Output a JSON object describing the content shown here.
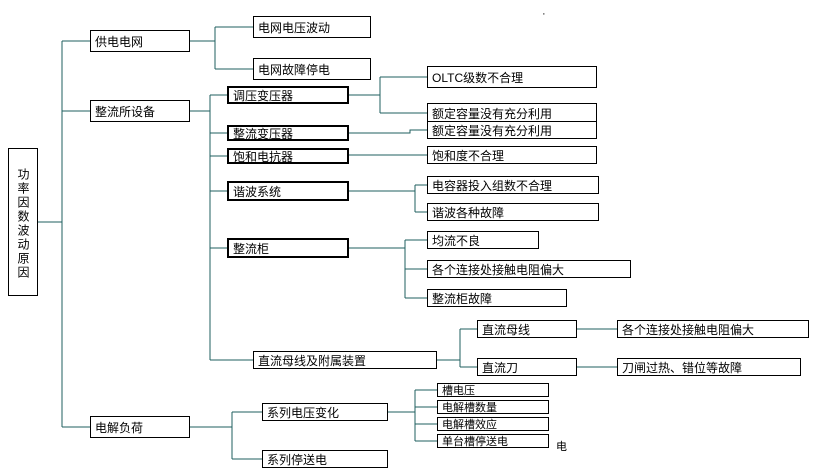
{
  "diagram_title": "功率因数波动原因",
  "colors": {
    "box_border": "#000000",
    "connector": "#1f5f5f",
    "background": "#ffffff"
  },
  "nodes": {
    "root": "功率因数波动原因",
    "power_grid": "供电电网",
    "grid_voltage_fluctuation": "电网电压波动",
    "grid_fault_outage": "电网故障停电",
    "rectifier_station_equipment": "整流所设备",
    "voltage_regulating_transformer": "调压变压器",
    "oltc_steps_unreasonable": "OLTC级数不合理",
    "rated_capacity_underused_1": "额定容量没有充分利用",
    "rectifier_transformer": "整流变压器",
    "rated_capacity_underused_2": "额定容量没有充分利用",
    "saturable_reactor": "饱和电抗器",
    "saturation_unreasonable": "饱和度不合理",
    "harmonic_system": "谐波系统",
    "capacitor_groups_unreasonable": "电容器投入组数不合理",
    "harmonic_faults": "谐波各种故障",
    "rectifier_cabinet": "整流柜",
    "current_sharing_poor": "均流不良",
    "contact_resistance_high_1": "各个连接处接触电阻偏大",
    "rectifier_cabinet_fault": "整流柜故障",
    "dc_bus_and_accessories": "直流母线及附属装置",
    "dc_bus": "直流母线",
    "contact_resistance_high_2": "各个连接处接触电阻偏大",
    "dc_knife_switch": "直流刀",
    "knife_switch_faults": "刀闸过热、错位等故障",
    "electrolysis_load": "电解负荷",
    "series_voltage_change": "系列电压变化",
    "cell_voltage": "槽电压",
    "electrolytic_cell_count": "电解槽数量",
    "electrolytic_cell_effect": "电解槽效应",
    "single_cell_power_cycle": "单台槽停送电",
    "series_power_cycle": "系列停送电"
  },
  "stray_marks": {
    "top_dot": "·",
    "bottom_char": "电"
  }
}
